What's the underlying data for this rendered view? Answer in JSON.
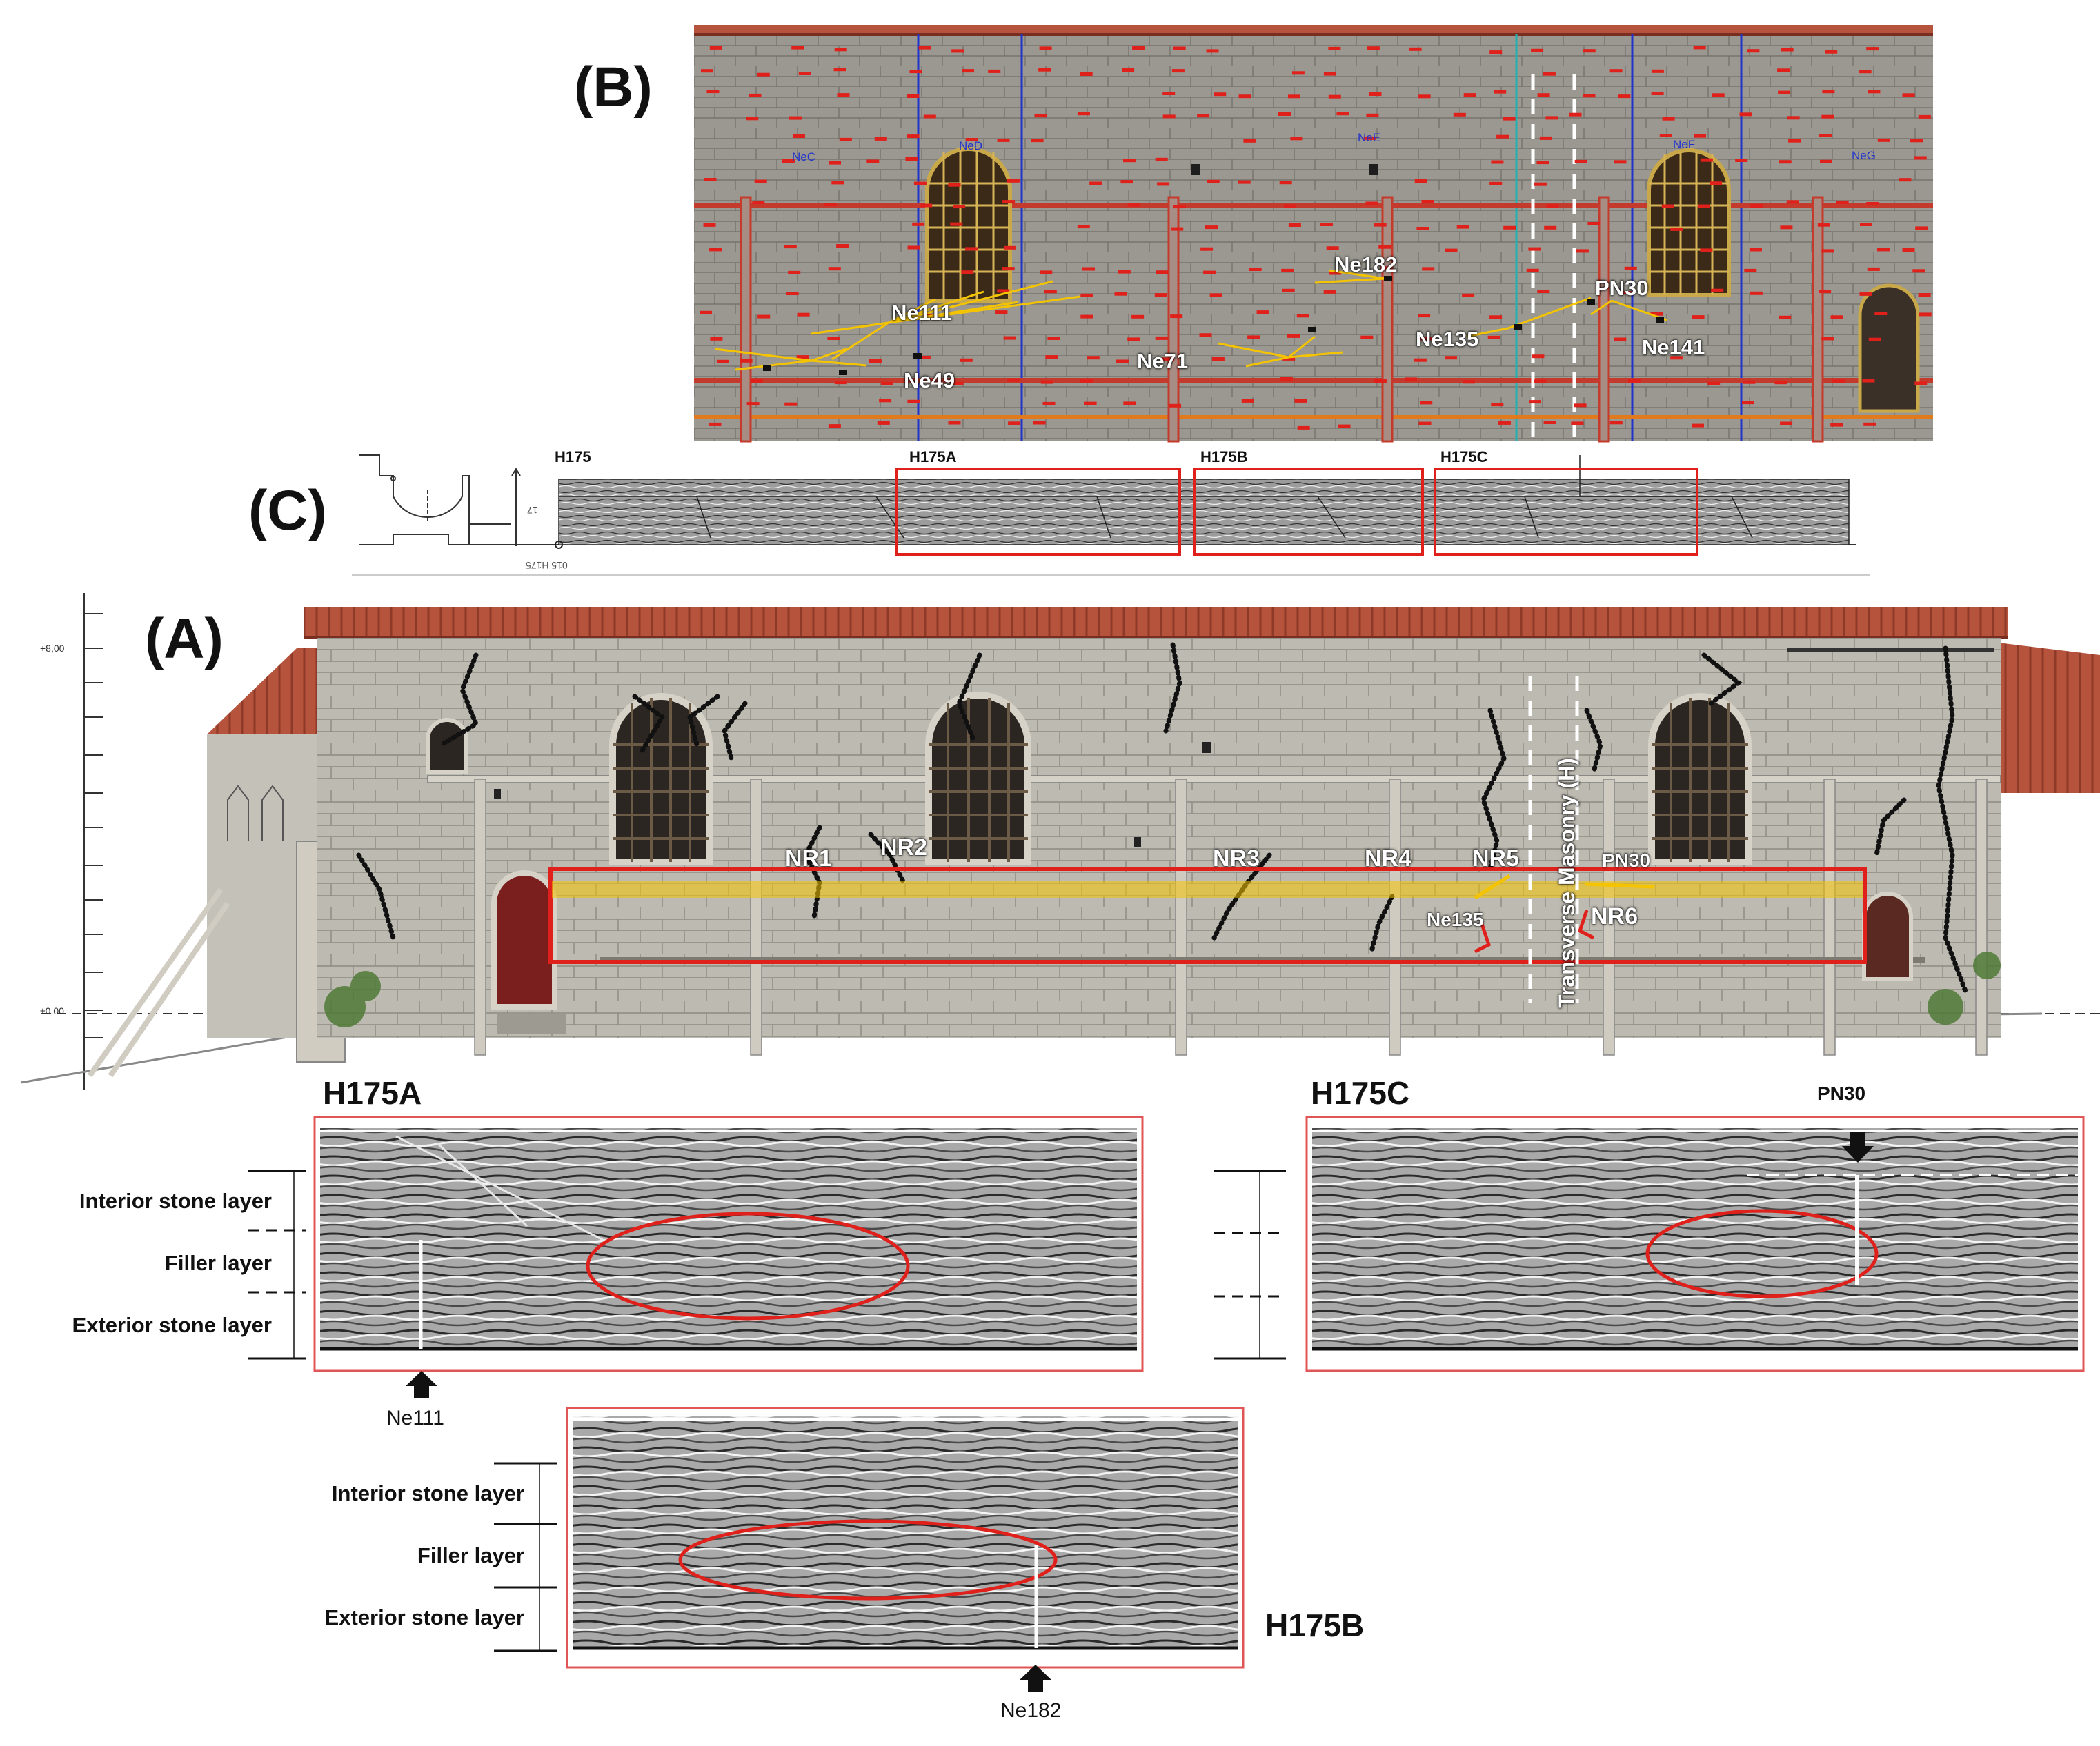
{
  "panels": {
    "b_label": "(B)",
    "c_label": "(C)",
    "a_label": "(A)"
  },
  "panel_b": {
    "zone_labels": [
      "NeC",
      "NeD",
      "NeE",
      "NeF",
      "NeG"
    ],
    "markers": [
      "Ne111",
      "Ne49",
      "Ne71",
      "Ne182",
      "Ne135",
      "PN30",
      "Ne141"
    ]
  },
  "panel_c": {
    "profile_name": "H175",
    "segments": [
      "H175A",
      "H175B",
      "H175C"
    ],
    "rotated_note": "015 H175",
    "scale_note": "17"
  },
  "panel_a": {
    "axis_top": "+8,00",
    "axis_zero": "±0,00",
    "cracks": [
      "NR1",
      "NR2",
      "NR3",
      "NR4",
      "NR5",
      "NR6"
    ],
    "markers": [
      "Ne135",
      "PN30"
    ],
    "transverse_label": "Transverse Masonry (H)"
  },
  "gpr": {
    "a": {
      "title": "H175A",
      "marker": "Ne111"
    },
    "b": {
      "title": "H175B",
      "marker": "Ne182"
    },
    "c": {
      "title": "H175C",
      "marker": "PN30"
    },
    "layers": [
      "Interior stone layer",
      "Filler layer",
      "Exterior stone layer"
    ]
  },
  "colors": {
    "annotation_red": "#e0201b",
    "gpr_frame_red": "#e05555",
    "overlay_yellow": "#f5c400",
    "roof": "#b5533c",
    "wall": "#b9b6ad"
  }
}
